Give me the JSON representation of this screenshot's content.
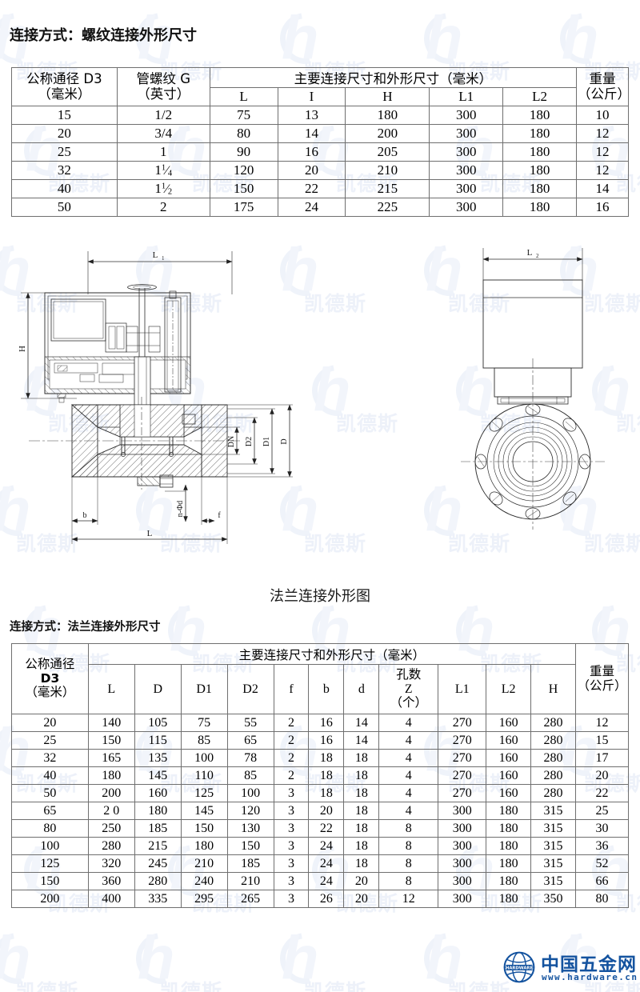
{
  "page": {
    "threaded_section_title": "连接方式：螺纹连接外形尺寸",
    "flange_section_title": "连接方式：法兰连接外形尺寸",
    "drawing_caption": "法兰连接外形图"
  },
  "threaded_table": {
    "header": {
      "col_d3_line1": "公称通径 D3",
      "col_d3_line2": "（毫米）",
      "col_g_line1": "管螺纹 G",
      "col_g_line2": "（英寸）",
      "group_title": "主要连接尺寸和外形尺寸（毫米）",
      "sub_L": "L",
      "sub_I": "I",
      "sub_H": "H",
      "sub_L1": "L1",
      "sub_L2": "L2",
      "col_weight_line1": "重量",
      "col_weight_line2": "（公斤）"
    },
    "rows": [
      {
        "d3": "15",
        "g_whole": "1",
        "g_num": "",
        "g_den": "",
        "g_plain": "1/2",
        "L": "75",
        "I": "13",
        "H": "180",
        "L1": "300",
        "L2": "180",
        "weight": "10"
      },
      {
        "d3": "20",
        "g_whole": "",
        "g_num": "",
        "g_den": "",
        "g_plain": "3/4",
        "L": "80",
        "I": "14",
        "H": "200",
        "L1": "300",
        "L2": "180",
        "weight": "12"
      },
      {
        "d3": "25",
        "g_whole": "",
        "g_num": "",
        "g_den": "",
        "g_plain": "1",
        "L": "90",
        "I": "16",
        "H": "205",
        "L1": "300",
        "L2": "180",
        "weight": "12"
      },
      {
        "d3": "32",
        "g_whole": "1",
        "g_num": "1",
        "g_den": "4",
        "g_plain": "",
        "L": "120",
        "I": "20",
        "H": "210",
        "L1": "300",
        "L2": "180",
        "weight": "12"
      },
      {
        "d3": "40",
        "g_whole": "1",
        "g_num": "1",
        "g_den": "2",
        "g_plain": "",
        "L": "150",
        "I": "22",
        "H": "215",
        "L1": "300",
        "L2": "180",
        "weight": "14"
      },
      {
        "d3": "50",
        "g_whole": "",
        "g_num": "",
        "g_den": "",
        "g_plain": "2",
        "L": "175",
        "I": "24",
        "H": "225",
        "L1": "300",
        "L2": "180",
        "weight": "16"
      }
    ]
  },
  "flange_table": {
    "header": {
      "col_d3_line1": "公称通径",
      "col_d3_line2": "D3",
      "col_d3_line3": "（毫米）",
      "group_title": "主要连接尺寸和外形尺寸（毫米）",
      "sub_L": "L",
      "sub_D": "D",
      "sub_D1": "D1",
      "sub_D2": "D2",
      "sub_f": "f",
      "sub_b": "b",
      "sub_d": "d",
      "sub_Z_line1": "孔数",
      "sub_Z_line2": "Z",
      "sub_Z_line3": "（个）",
      "sub_L1": "L1",
      "sub_L2": "L2",
      "sub_H": "H",
      "col_weight_line1": "重量",
      "col_weight_line2": "（公斤）"
    },
    "rows": [
      {
        "d3": "20",
        "L": "140",
        "D": "105",
        "D1": "75",
        "D2": "55",
        "f": "2",
        "b": "16",
        "d": "14",
        "Z": "4",
        "L1": "270",
        "L2": "160",
        "H": "280",
        "weight": "12"
      },
      {
        "d3": "25",
        "L": "150",
        "D": "115",
        "D1": "85",
        "D2": "65",
        "f": "2",
        "b": "16",
        "d": "14",
        "Z": "4",
        "L1": "270",
        "L2": "160",
        "H": "280",
        "weight": "15"
      },
      {
        "d3": "32",
        "L": "165",
        "D": "135",
        "D1": "100",
        "D2": "78",
        "f": "2",
        "b": "18",
        "d": "18",
        "Z": "4",
        "L1": "270",
        "L2": "160",
        "H": "280",
        "weight": "17"
      },
      {
        "d3": "40",
        "L": "180",
        "D": "145",
        "D1": "110",
        "D2": "85",
        "f": "2",
        "b": "18",
        "d": "18",
        "Z": "4",
        "L1": "270",
        "L2": "160",
        "H": "280",
        "weight": "20"
      },
      {
        "d3": "50",
        "L": "200",
        "D": "160",
        "D1": "125",
        "D2": "100",
        "f": "3",
        "b": "18",
        "d": "18",
        "Z": "4",
        "L1": "270",
        "L2": "160",
        "H": "280",
        "weight": "22"
      },
      {
        "d3": "65",
        "L": "2 0",
        "D": "180",
        "D1": "145",
        "D2": "120",
        "f": "3",
        "b": "20",
        "d": "18",
        "Z": "4",
        "L1": "300",
        "L2": "180",
        "H": "315",
        "weight": "25"
      },
      {
        "d3": "80",
        "L": "250",
        "D": "185",
        "D1": "150",
        "D2": "130",
        "f": "3",
        "b": "22",
        "d": "18",
        "Z": "8",
        "L1": "300",
        "L2": "180",
        "H": "315",
        "weight": "30"
      },
      {
        "d3": "100",
        "L": "280",
        "D": "215",
        "D1": "180",
        "D2": "150",
        "f": "3",
        "b": "24",
        "d": "18",
        "Z": "8",
        "L1": "300",
        "L2": "180",
        "H": "315",
        "weight": "36"
      },
      {
        "d3": "125",
        "L": "320",
        "D": "245",
        "D1": "210",
        "D2": "185",
        "f": "3",
        "b": "24",
        "d": "18",
        "Z": "8",
        "L1": "300",
        "L2": "180",
        "H": "315",
        "weight": "52"
      },
      {
        "d3": "150",
        "L": "360",
        "D": "280",
        "D1": "240",
        "D2": "210",
        "f": "3",
        "b": "24",
        "d": "20",
        "Z": "8",
        "L1": "300",
        "L2": "180",
        "H": "315",
        "weight": "66"
      },
      {
        "d3": "200",
        "L": "400",
        "D": "335",
        "D1": "295",
        "D2": "265",
        "f": "3",
        "b": "26",
        "d": "20",
        "Z": "12",
        "L1": "300",
        "L2": "180",
        "H": "350",
        "weight": "80"
      }
    ]
  },
  "drawing_labels": {
    "L1": "L",
    "L1_sub": "1",
    "L2": "L",
    "L2_sub": "2",
    "H": "H",
    "DN": "DN",
    "D2": "D2",
    "D1": "D1",
    "D": "D",
    "b": "b",
    "n_phi_d": "n-Φd",
    "f": "f",
    "L": "L"
  },
  "watermark": {
    "text": "凯德斯",
    "letter": "h",
    "color": "#e3eaf6"
  },
  "footer": {
    "brand": "中国五金网",
    "url": "www.hardware.cn",
    "globe_label": "HARDWARE",
    "color": "#14539f"
  }
}
